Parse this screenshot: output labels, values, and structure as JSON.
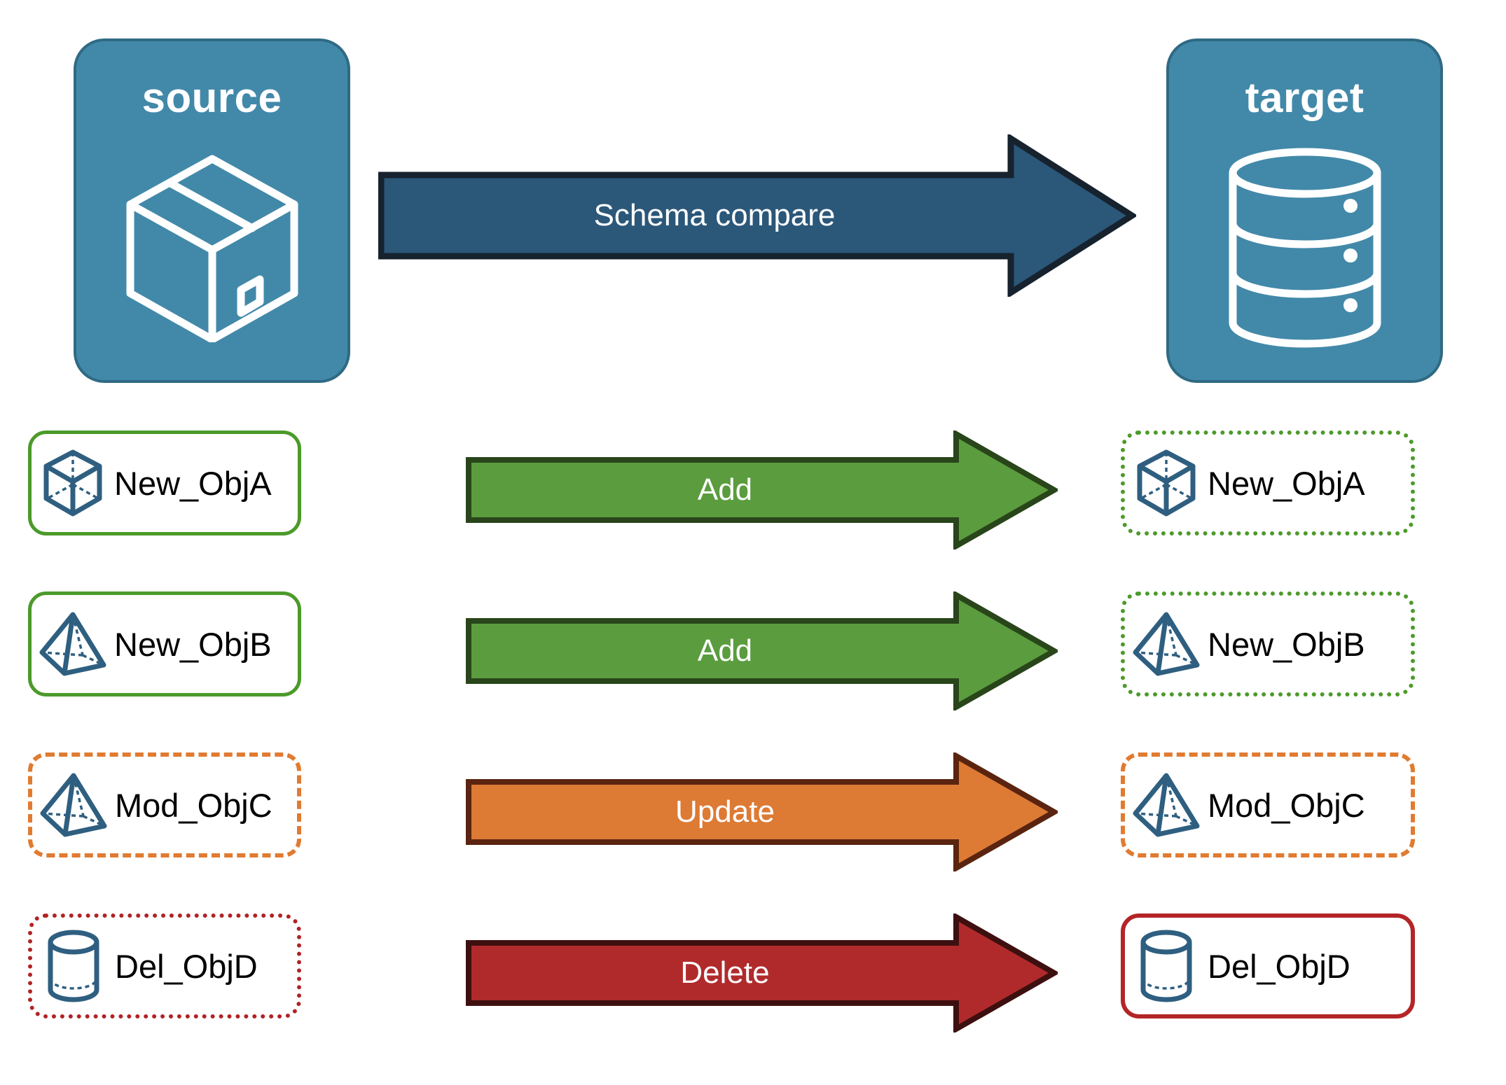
{
  "diagram": {
    "title": "Schema compare source to target",
    "endpoints": [
      {
        "id": "source",
        "label": "source",
        "icon": "package-box-icon"
      },
      {
        "id": "target",
        "label": "target",
        "icon": "database-cylinder-icon"
      }
    ],
    "main_arrow": {
      "label": "Schema compare",
      "fill": "#2b5779",
      "stroke": "#16222e",
      "text_color": "#ffffff"
    },
    "rows": [
      {
        "action": "Add",
        "arrow_fill": "#5a9c3e",
        "arrow_stroke": "#29451a",
        "source": {
          "label": "New_ObjA",
          "icon": "cube-wireframe-icon",
          "border_style": "solid",
          "border_color": "#4c9a2a"
        },
        "target": {
          "label": "New_ObjA",
          "icon": "cube-wireframe-icon",
          "border_style": "dotted",
          "border_color": "#4c9a2a"
        }
      },
      {
        "action": "Add",
        "arrow_fill": "#5a9c3e",
        "arrow_stroke": "#29451a",
        "source": {
          "label": "New_ObjB",
          "icon": "pyramid-wireframe-icon",
          "border_style": "solid",
          "border_color": "#4c9a2a"
        },
        "target": {
          "label": "New_ObjB",
          "icon": "pyramid-wireframe-icon",
          "border_style": "dotted",
          "border_color": "#4c9a2a"
        }
      },
      {
        "action": "Update",
        "arrow_fill": "#dd7a34",
        "arrow_stroke": "#5a2410",
        "source": {
          "label": "Mod_ObjC",
          "icon": "pyramid-wireframe-icon",
          "border_style": "dashed",
          "border_color": "#e07b31"
        },
        "target": {
          "label": "Mod_ObjC",
          "icon": "pyramid-wireframe-icon",
          "border_style": "dashed",
          "border_color": "#e07b31"
        }
      },
      {
        "action": "Delete",
        "arrow_fill": "#b02a2c",
        "arrow_stroke": "#3d100f",
        "source": {
          "label": "Del_ObjD",
          "icon": "cylinder-wireframe-icon",
          "border_style": "dotted",
          "border_color": "#b12225"
        },
        "target": {
          "label": "Del_ObjD",
          "icon": "cylinder-wireframe-icon",
          "border_style": "solid",
          "border_color": "#b42527"
        }
      }
    ],
    "palette": {
      "panel_fill": "#4289a9",
      "panel_stroke": "#2f6a84",
      "icon_stroke": "#2f5f80",
      "background": "#ffffff"
    }
  }
}
